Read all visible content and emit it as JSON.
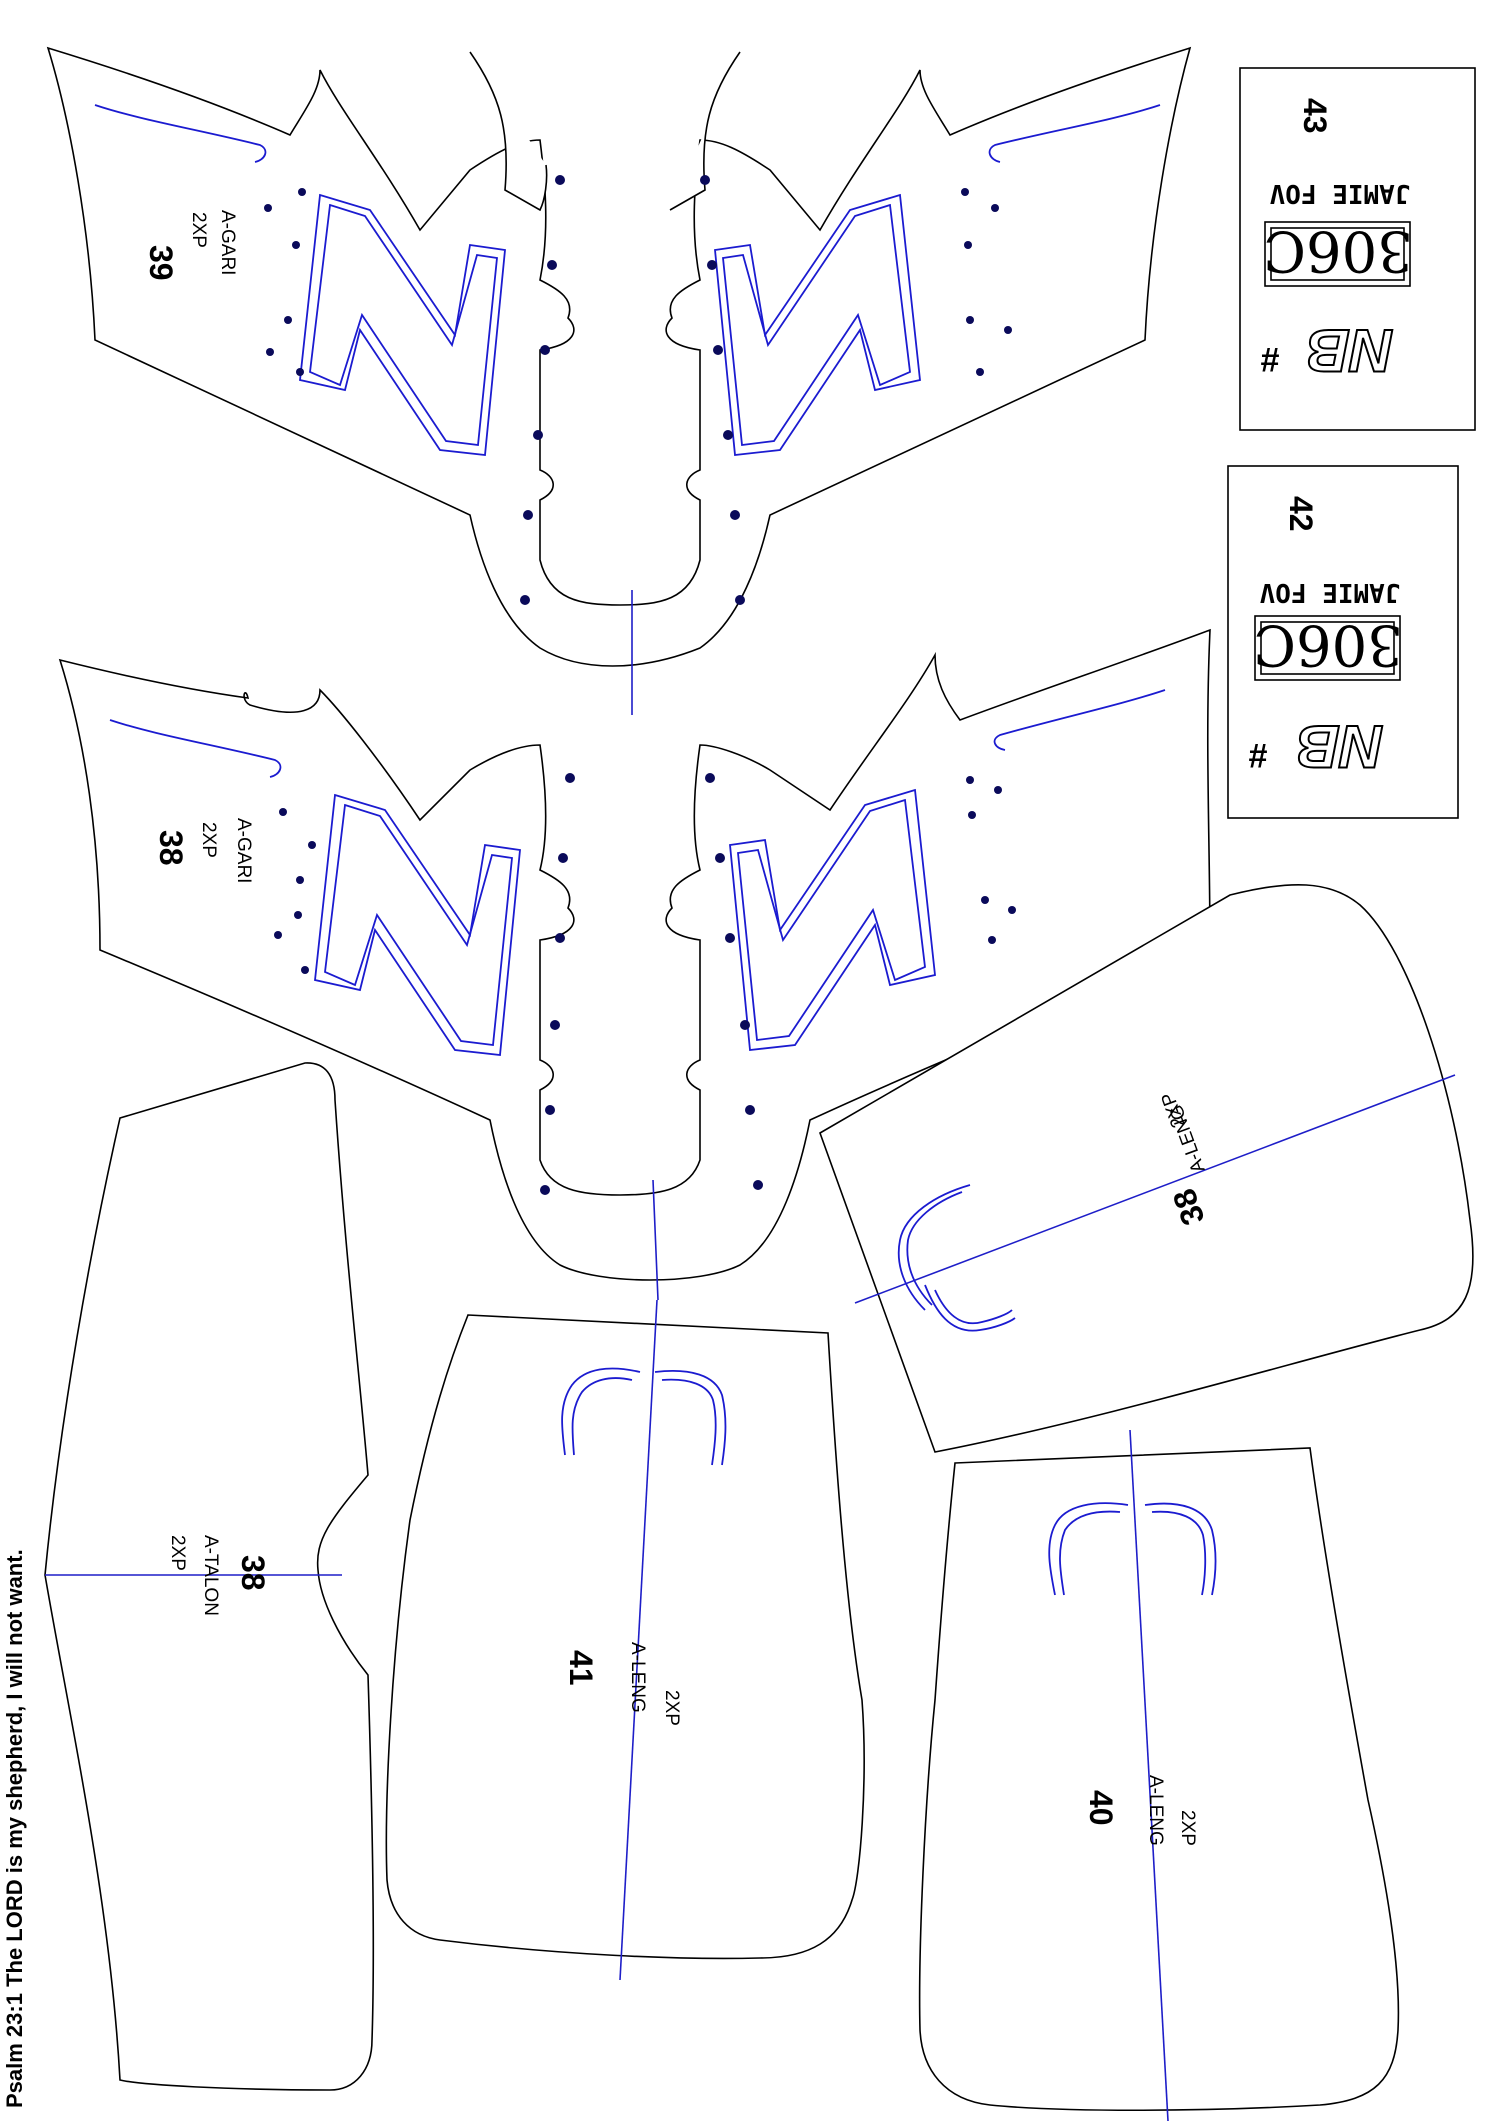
{
  "footer": {
    "verse": "Psalm 23:1 The LORD is my shepherd, I will not want."
  },
  "pieces": {
    "gari_39": {
      "number": "39",
      "name": "A-GARI",
      "qty": "2XP"
    },
    "gari_38": {
      "number": "38",
      "name": "A-GARI",
      "qty": "2XP"
    },
    "talon_38": {
      "number": "38",
      "name": "A-TALON",
      "qty": "2XP"
    },
    "leng_41": {
      "number": "41",
      "name": "A-LENG",
      "qty": "2XP"
    },
    "leng_40": {
      "number": "40",
      "name": "A-LENG",
      "qty": "2XP"
    },
    "leng_38": {
      "number": "38",
      "name": "A-LENG",
      "qty": "2XP"
    }
  },
  "tags": {
    "tag_43": {
      "number": "43",
      "code": "306C",
      "name": "JAMIE FOV",
      "brand": "NB",
      "hash": "#"
    },
    "tag_42": {
      "number": "42",
      "code": "306C",
      "name": "JAMIE FOV",
      "brand": "NB",
      "hash": "#"
    }
  },
  "colors": {
    "outline": "#000000",
    "guide": "#1b1bd0",
    "hole": "#0a0a5a"
  }
}
